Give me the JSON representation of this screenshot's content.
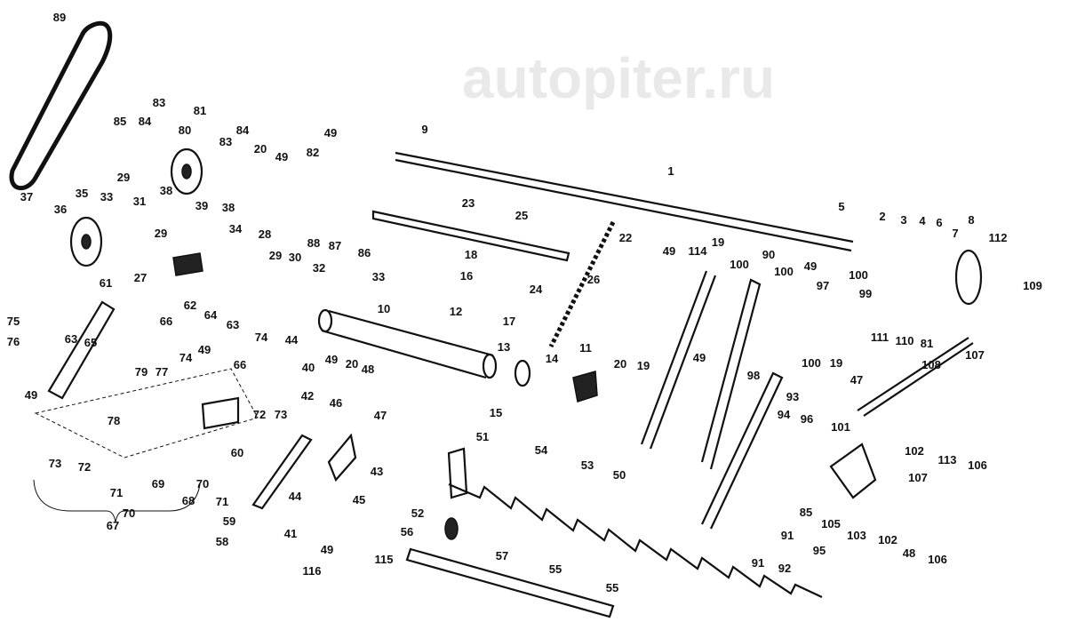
{
  "title": "Exploded parts diagram",
  "watermark": "autopiter.ru",
  "labels": [
    "89",
    "85",
    "84",
    "83",
    "80",
    "81",
    "84",
    "83",
    "20",
    "49",
    "82",
    "49",
    "9",
    "1",
    "37",
    "36",
    "35",
    "33",
    "29",
    "31",
    "38",
    "39",
    "38",
    "29",
    "34",
    "28",
    "29",
    "30",
    "27",
    "32",
    "33",
    "88",
    "87",
    "86",
    "23",
    "25",
    "22",
    "18",
    "16",
    "24",
    "26",
    "12",
    "17",
    "10",
    "13",
    "11",
    "14",
    "20",
    "19",
    "15",
    "5",
    "2",
    "3",
    "4",
    "6",
    "7",
    "8",
    "112",
    "109",
    "49",
    "114",
    "19",
    "100",
    "90",
    "100",
    "49",
    "100",
    "97",
    "99",
    "111",
    "110",
    "81",
    "107",
    "108",
    "49",
    "100",
    "19",
    "98",
    "93",
    "47",
    "94",
    "96",
    "101",
    "102",
    "113",
    "106",
    "107",
    "85",
    "105",
    "103",
    "102",
    "48",
    "106",
    "91",
    "95",
    "91",
    "92",
    "61",
    "75",
    "76",
    "63",
    "65",
    "62",
    "64",
    "63",
    "66",
    "49",
    "74",
    "74",
    "44",
    "49",
    "79",
    "77",
    "66",
    "40",
    "49",
    "20",
    "48",
    "78",
    "42",
    "46",
    "72",
    "73",
    "47",
    "73",
    "72",
    "60",
    "71",
    "70",
    "69",
    "68",
    "70",
    "71",
    "43",
    "44",
    "45",
    "59",
    "67",
    "58",
    "41",
    "49",
    "116",
    "51",
    "54",
    "53",
    "50",
    "52",
    "56",
    "57",
    "55",
    "55",
    "115"
  ]
}
